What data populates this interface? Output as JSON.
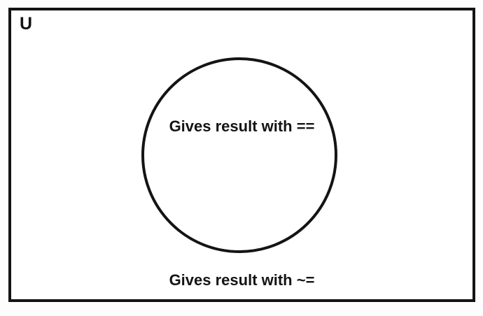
{
  "diagram": {
    "type": "venn",
    "universe_label": "U",
    "inside_label": "Gives result with ==",
    "outside_label": "Gives result with ~=",
    "colors": {
      "stroke": "#141414",
      "background": "#ffffff",
      "text": "#141414"
    }
  }
}
